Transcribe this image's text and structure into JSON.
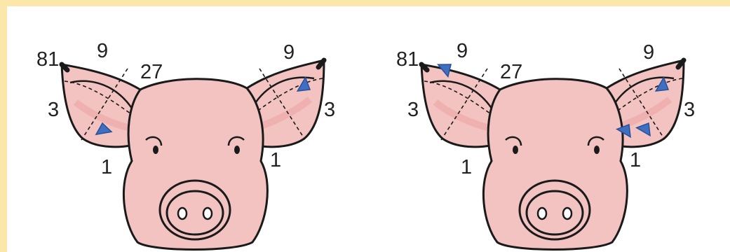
{
  "colors": {
    "border": "#fbe7a9",
    "skin": "#f2c3c0",
    "outline": "#1a1a1a",
    "inner_ear": "#ecaaa9",
    "notch": "#3f6fc0"
  },
  "figures": [
    {
      "name": "pig-left",
      "labels": {
        "tip": "81",
        "top_left": "9",
        "top_mid": "27",
        "top_right": "9",
        "left_ear_side": "3",
        "right_ear_side": "3",
        "left_bottom": "1",
        "right_bottom": "1"
      },
      "notches": [
        "left-ear-bottom",
        "right-ear-side"
      ]
    },
    {
      "name": "pig-right",
      "labels": {
        "tip": "81",
        "top_left": "9",
        "top_mid": "27",
        "top_right": "9",
        "left_ear_side": "3",
        "right_ear_side": "3",
        "left_bottom": "1",
        "right_bottom": "1"
      },
      "notches": [
        "left-ear-top",
        "right-ear-side",
        "right-ear-bottom-a",
        "right-ear-bottom-b"
      ]
    }
  ]
}
